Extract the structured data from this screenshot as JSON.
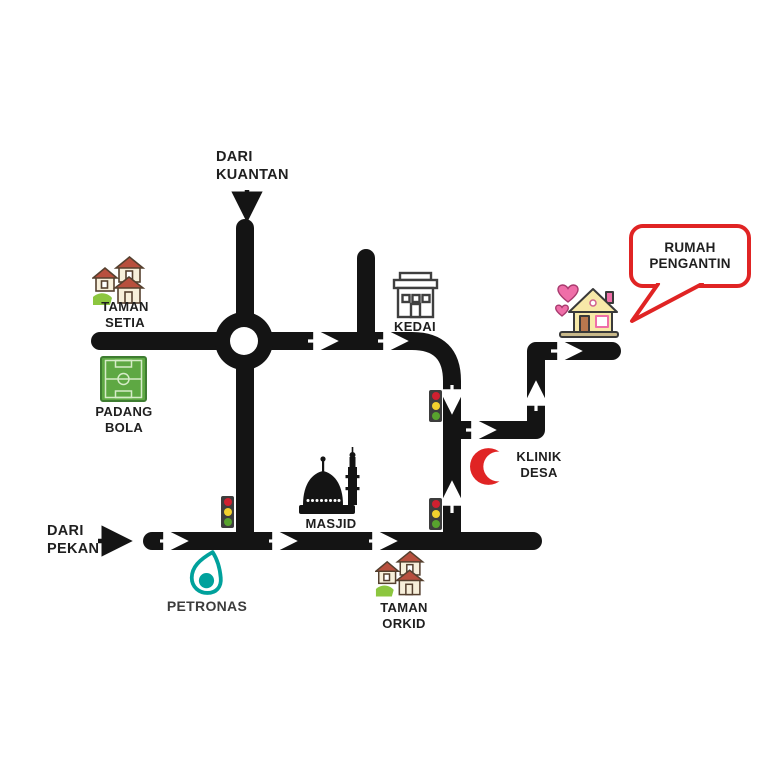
{
  "map": {
    "bubble": {
      "line1": "RUMAH",
      "line2": "PENGANTIN"
    },
    "labels": {
      "dari_kuantan_1": "DARI",
      "dari_kuantan_2": "KUANTAN",
      "dari_pekan_1": "DARI",
      "dari_pekan_2": "PEKAN",
      "taman_setia_1": "TAMAN",
      "taman_setia_2": "SETIA",
      "padang_bola_1": "PADANG",
      "padang_bola_2": "BOLA",
      "kedai": "KEDAI",
      "masjid": "MASJID",
      "klinik_desa_1": "KLINIK",
      "klinik_desa_2": "DESA",
      "petronas": "PETRONAS",
      "taman_orkid_1": "TAMAN",
      "taman_orkid_2": "ORKID"
    },
    "icons": {
      "taman_setia": "houses-icon",
      "taman_orkid": "houses-icon",
      "padang_bola": "football-field-icon",
      "kedai": "shop-icon",
      "masjid": "mosque-icon",
      "klinik_desa": "red-crescent-icon",
      "petronas": "petronas-logo-icon",
      "rumah_pengantin": "house-with-hearts-icon",
      "junctions": "traffic-light-icon",
      "roundabout": "roundabout-icon"
    },
    "colors": {
      "road": "#141414",
      "arrow_on_road": "#ffffff",
      "text": "#1f1f1f",
      "bubble_border": "#e02424",
      "crescent_red": "#e02424",
      "petronas_teal": "#00a19c",
      "petronas_text": "#3c3c3c",
      "field_green": "#5ea843",
      "field_line": "#d6ecc8",
      "traffic_body": "#3d3d3d",
      "traffic_red": "#cf2030",
      "traffic_yellow": "#f2d22e",
      "traffic_green": "#58a32e",
      "house_wall": "#f7efda",
      "house_roof": "#b8503e",
      "house_stroke": "#55402f",
      "grass_green": "#8cc63f",
      "bride_wall": "#f7e9a8",
      "heart_pink": "#ef6ea8",
      "door_brown": "#b9784e"
    }
  }
}
